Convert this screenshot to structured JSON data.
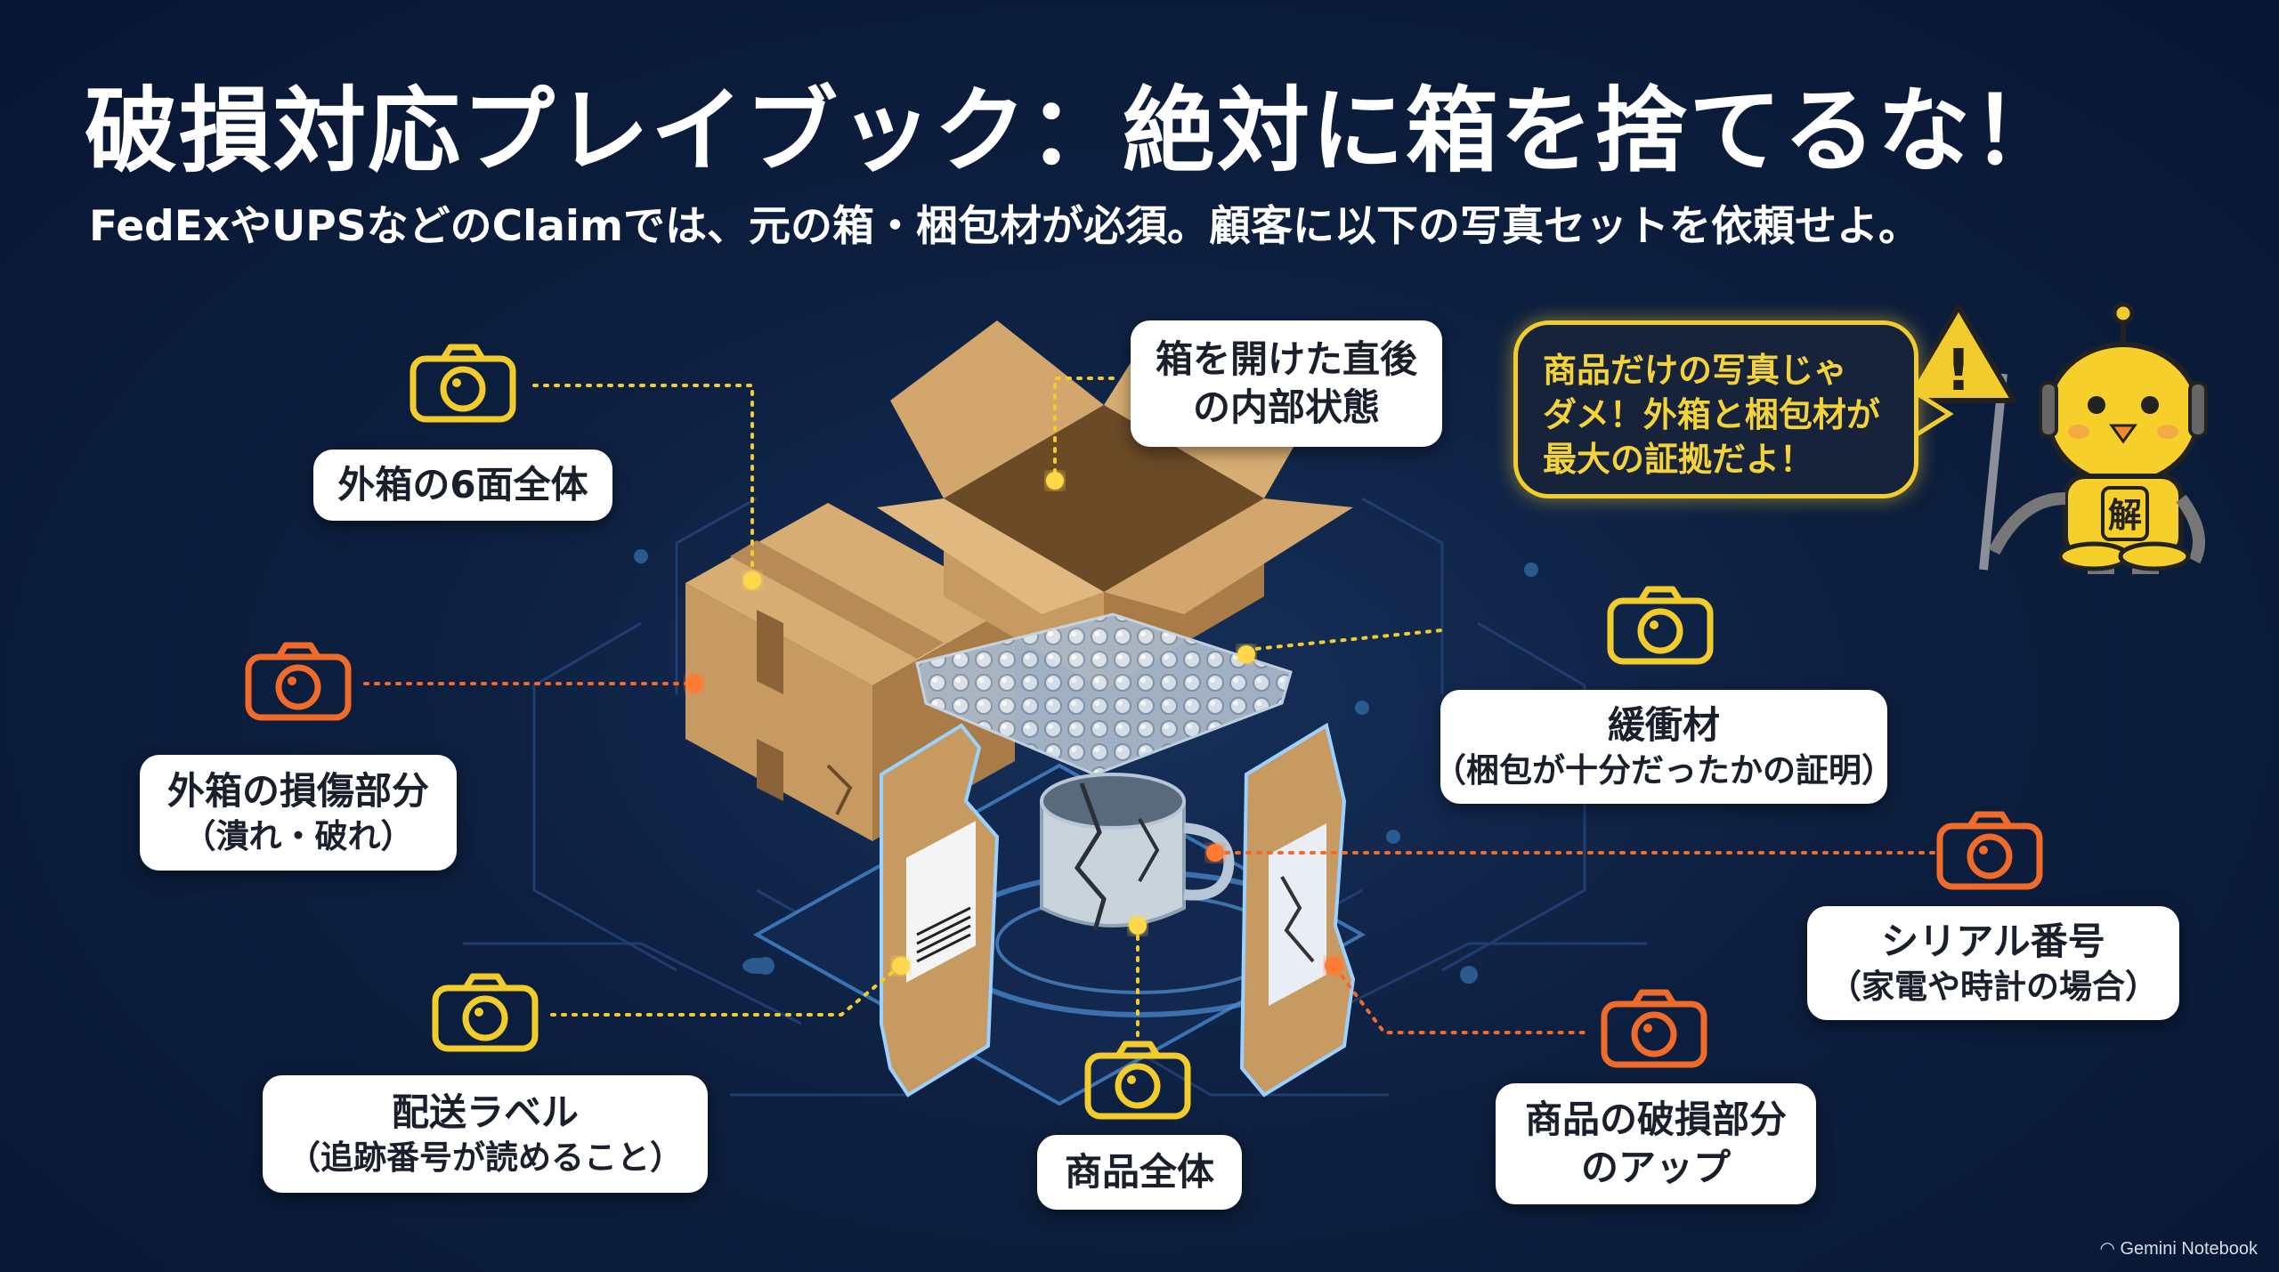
{
  "header": {
    "title": "破損対応プレイブック：絶対に箱を捨てるな！",
    "subtitle": "FedExやUPSなどのClaimでは、元の箱・梱包材が必須。顧客に以下の写真セットを依頼せよ。"
  },
  "labels": {
    "outer_box_six_sides": "外箱の6面全体",
    "inside_after_open": [
      "箱を開けた直後",
      "の内部状態"
    ],
    "outer_box_damage": {
      "main": "外箱の損傷部分",
      "sub": "（潰れ・破れ）"
    },
    "cushioning": {
      "main": "緩衝材",
      "sub": "（梱包が十分だったかの証明）"
    },
    "serial_number": {
      "main": "シリアル番号",
      "sub": "（家電や時計の場合）"
    },
    "shipping_label": {
      "main": "配送ラベル",
      "sub": "（追跡番号が読めること）"
    },
    "whole_product": "商品全体",
    "product_damage_closeup": [
      "商品の破損部分",
      "のアップ"
    ]
  },
  "mascot": {
    "bubble_lines": [
      "商品だけの写真じゃ",
      "ダメ！外箱と梱包材が",
      "最大の証拠だよ！"
    ],
    "badge_char": "解",
    "sign_symbol": "!"
  },
  "footer": {
    "brand": "Gemini Notebook"
  },
  "colors": {
    "background": "#0d1f3f",
    "yellow_accent": "#f2cc2c",
    "orange_accent": "#f06a2a",
    "cardboard": "#c79a62",
    "label_bg": "#ffffff"
  }
}
